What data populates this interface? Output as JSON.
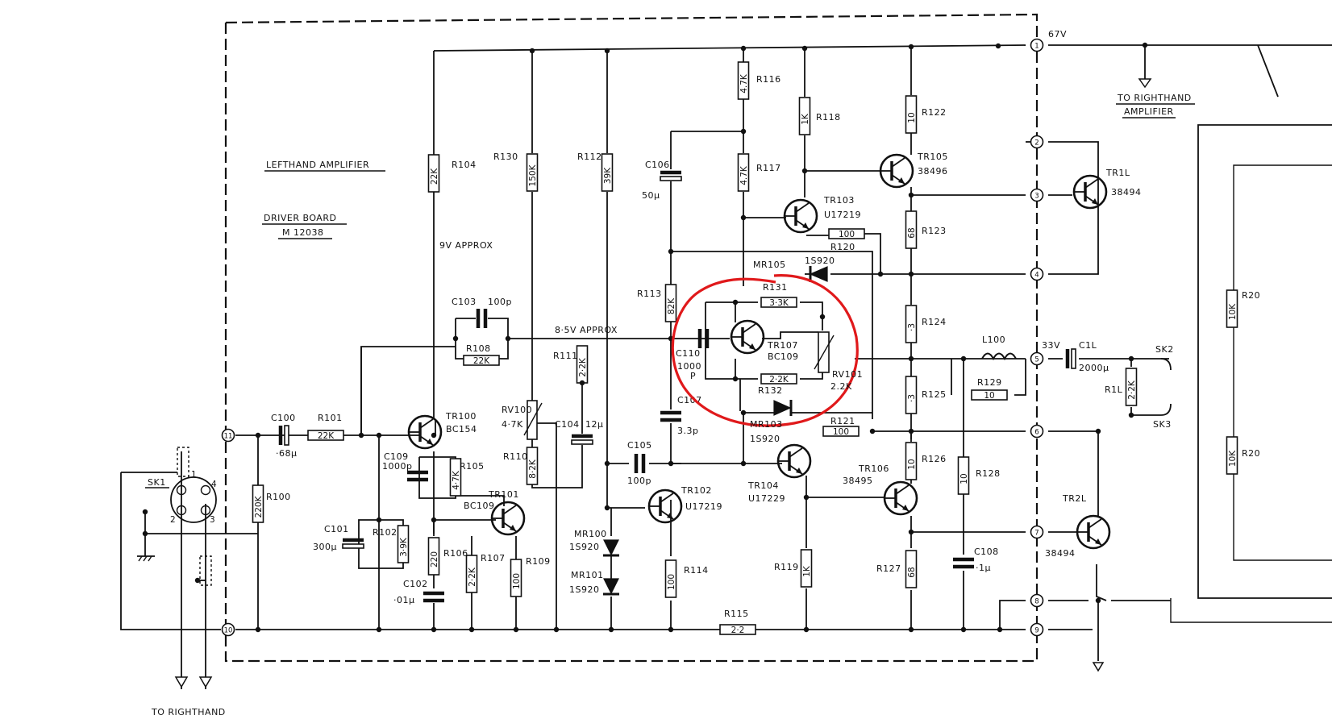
{
  "board": {
    "title": "LEFTHAND AMPLIFIER",
    "subtitle": "DRIVER BOARD",
    "part_no": "M 12038",
    "note_9v": "9V APPROX",
    "note_85v": "8·5V APPROX",
    "to_right_top": "TO RIGHTHAND",
    "to_right_top2": "AMPLIFIER",
    "to_right_bottom": "TO RIGHTHAND",
    "supply": "67V",
    "v33": "33V"
  },
  "pins": [
    "1",
    "2",
    "3",
    "4",
    "5",
    "6",
    "7",
    "8",
    "9",
    "10",
    "11"
  ],
  "resistors": {
    "R104": {
      "ref": "R104",
      "val": "22K"
    },
    "R130": {
      "ref": "R130",
      "val": "150K"
    },
    "R112": {
      "ref": "R112",
      "val": "39K"
    },
    "R116": {
      "ref": "R116",
      "val": "4.7K"
    },
    "R117": {
      "ref": "R117",
      "val": "4.7K"
    },
    "R118": {
      "ref": "R118",
      "val": "1K"
    },
    "R122": {
      "ref": "R122",
      "val": "10"
    },
    "R123": {
      "ref": "R123",
      "val": "68"
    },
    "R120": {
      "ref": "R120",
      "val": "100"
    },
    "R113": {
      "ref": "R113",
      "val": "82K"
    },
    "R131": {
      "ref": "R131",
      "val": "3·3K"
    },
    "R132": {
      "ref": "R132",
      "val": "2·2K"
    },
    "R124": {
      "ref": "R124",
      "val": "·3"
    },
    "R125": {
      "ref": "R125",
      "val": "·3"
    },
    "R129": {
      "ref": "R129",
      "val": "10"
    },
    "R108": {
      "ref": "R108",
      "val": "22K"
    },
    "R111": {
      "ref": "R111",
      "val": "2·2K"
    },
    "R101": {
      "ref": "R101",
      "val": "22K"
    },
    "R100": {
      "ref": "R100",
      "val": "220K"
    },
    "R105": {
      "ref": "R105",
      "val": "4·7K"
    },
    "R102": {
      "ref": "R102",
      "val": "3·9K"
    },
    "R106": {
      "ref": "R106",
      "val": "220"
    },
    "R107": {
      "ref": "R107",
      "val": "2·2K"
    },
    "R109": {
      "ref": "R109",
      "val": "100"
    },
    "R110": {
      "ref": "R110",
      "val": "8·2K"
    },
    "R114": {
      "ref": "R114",
      "val": "100"
    },
    "R115": {
      "ref": "R115",
      "val": "2·2"
    },
    "R119": {
      "ref": "R119",
      "val": "1K"
    },
    "R121": {
      "ref": "R121",
      "val": "100"
    },
    "R126": {
      "ref": "R126",
      "val": "10"
    },
    "R127": {
      "ref": "R127",
      "val": "68"
    },
    "R128": {
      "ref": "R128",
      "val": "10"
    },
    "R1L": {
      "ref": "R1L",
      "val": "2·2K"
    },
    "R200": {
      "ref": "R20",
      "val": "10K"
    },
    "R201": {
      "ref": "R20",
      "val": "10K"
    }
  },
  "capacitors": {
    "C106": {
      "ref": "C106",
      "val": "50μ"
    },
    "C110": {
      "ref": "C110",
      "val": "1000",
      "val2": "P"
    },
    "C107": {
      "ref": "C107",
      "val": "3.3p"
    },
    "C103": {
      "ref": "C103",
      "val": "100p"
    },
    "C104": {
      "ref": "C104",
      "val": "12μ"
    },
    "C105": {
      "ref": "C105",
      "val": "100p"
    },
    "C100": {
      "ref": "C100",
      "val": "·68μ"
    },
    "C109": {
      "ref": "C109",
      "val": "1000p"
    },
    "C101": {
      "ref": "C101",
      "val": "300μ"
    },
    "C102": {
      "ref": "C102",
      "val": "·01μ"
    },
    "C108": {
      "ref": "C108",
      "val": "·1μ"
    },
    "C1L": {
      "ref": "C1L",
      "val": "2000μ"
    }
  },
  "transistors": {
    "TR100": {
      "ref": "TR100",
      "type": "BC154"
    },
    "TR101": {
      "ref": "TR101",
      "type": "BC109"
    },
    "TR102": {
      "ref": "TR102",
      "type": "U17219"
    },
    "TR103": {
      "ref": "TR103",
      "type": "U17219"
    },
    "TR104": {
      "ref": "TR104",
      "type": "U17229"
    },
    "TR105": {
      "ref": "TR105",
      "type": "38496"
    },
    "TR106": {
      "ref": "TR106",
      "type": "38495"
    },
    "TR107": {
      "ref": "TR107",
      "type": "BC109"
    },
    "TR1L": {
      "ref": "TR1L",
      "type": "38494"
    },
    "TR2L": {
      "ref": "TR2L",
      "type": "38494"
    }
  },
  "diodes": {
    "MR105": {
      "ref": "MR105",
      "type": "1S920"
    },
    "MR103": {
      "ref": "MR103",
      "type": "1S920"
    },
    "MR100": {
      "ref": "MR100",
      "type": "1S920"
    },
    "MR101": {
      "ref": "MR101",
      "type": "1S920"
    }
  },
  "misc": {
    "RV101": {
      "ref": "RV101",
      "val": "2.2K"
    },
    "RV100": {
      "ref": "RV100",
      "val": "4·7K"
    },
    "L100": "L100",
    "SK1": "SK1",
    "SK2": "SK2",
    "SK3": "SK3",
    "sk1_pins": [
      "1",
      "2",
      "3",
      "4"
    ]
  }
}
